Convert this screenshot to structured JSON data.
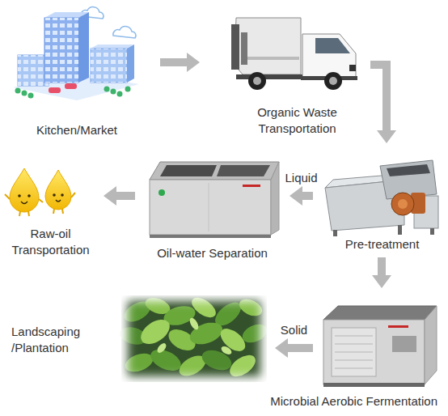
{
  "diagram": {
    "nodes": [
      {
        "text": [
          "Kitchen/Market"
        ]
      },
      {
        "text": [
          "Organic Waste Transportation"
        ]
      },
      {
        "text": [
          "Raw-oil Transportation"
        ]
      },
      {
        "text": [
          "Oil-water Separation"
        ]
      },
      {
        "text": [
          "Pre-treatment"
        ]
      },
      {
        "text": [
          "Landscaping /Plantation"
        ]
      },
      {
        "text": [
          "Microbial Aerobic Fermentation"
        ]
      }
    ],
    "edges": [
      {
        "from": 0,
        "to": 1,
        "arrow": "to"
      },
      {
        "from": 1,
        "to": 4,
        "arrow": "to"
      },
      {
        "from": 4,
        "to": 3,
        "label": "Liquid",
        "arrow": "to"
      },
      {
        "from": 3,
        "to": 2,
        "arrow": "to"
      },
      {
        "from": 4,
        "to": 6,
        "arrow": "to"
      },
      {
        "from": 6,
        "to": 5,
        "label": "Solid",
        "arrow": "to"
      }
    ]
  }
}
